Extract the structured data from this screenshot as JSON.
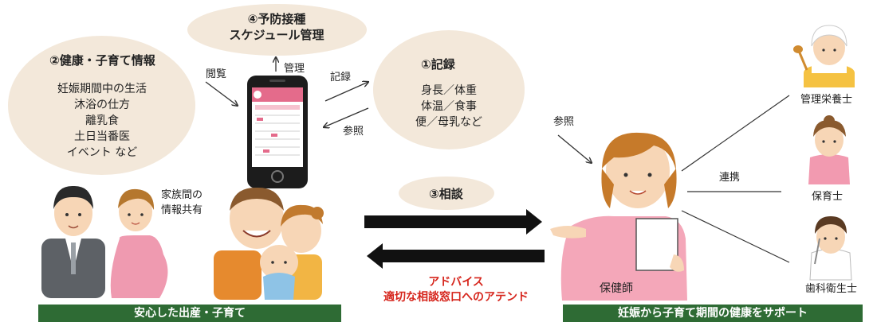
{
  "record": {
    "title": "①記録",
    "items": [
      "身長／体重",
      "体温／食事",
      "便／母乳など"
    ]
  },
  "health_info": {
    "title": "②健康・子育て情報",
    "items": [
      "妊娠期間中の生活",
      "沐浴の仕方",
      "離乳食",
      "土日当番医",
      "イベント など"
    ]
  },
  "consultation": {
    "title": "③相談"
  },
  "vaccination": {
    "title_line1": "④予防接種",
    "title_line2": "スケジュール管理"
  },
  "arrow_labels": {
    "browse": "閲覧",
    "manage": "管理",
    "record": "記録",
    "reference": "参照",
    "reference_nurse": "参照",
    "collaboration": "連携",
    "family_share_line1": "家族間の",
    "family_share_line2": "情報共有"
  },
  "advice": {
    "line1": "アドバイス",
    "line2": "適切な相談窓口へのアテンド"
  },
  "roles": {
    "public_health_nurse": "保健師",
    "dietitian": "管理栄養士",
    "childcare_worker": "保育士",
    "dental_hygienist": "歯科衛生士"
  },
  "banners": {
    "left": "安心した出産・子育て",
    "right": "妊娠から子育て期間の健康をサポート"
  },
  "colors": {
    "blob": "#f3e8da",
    "banner": "#2e6b34",
    "advice": "#d6251c",
    "phone_accent": "#e46b8b"
  }
}
